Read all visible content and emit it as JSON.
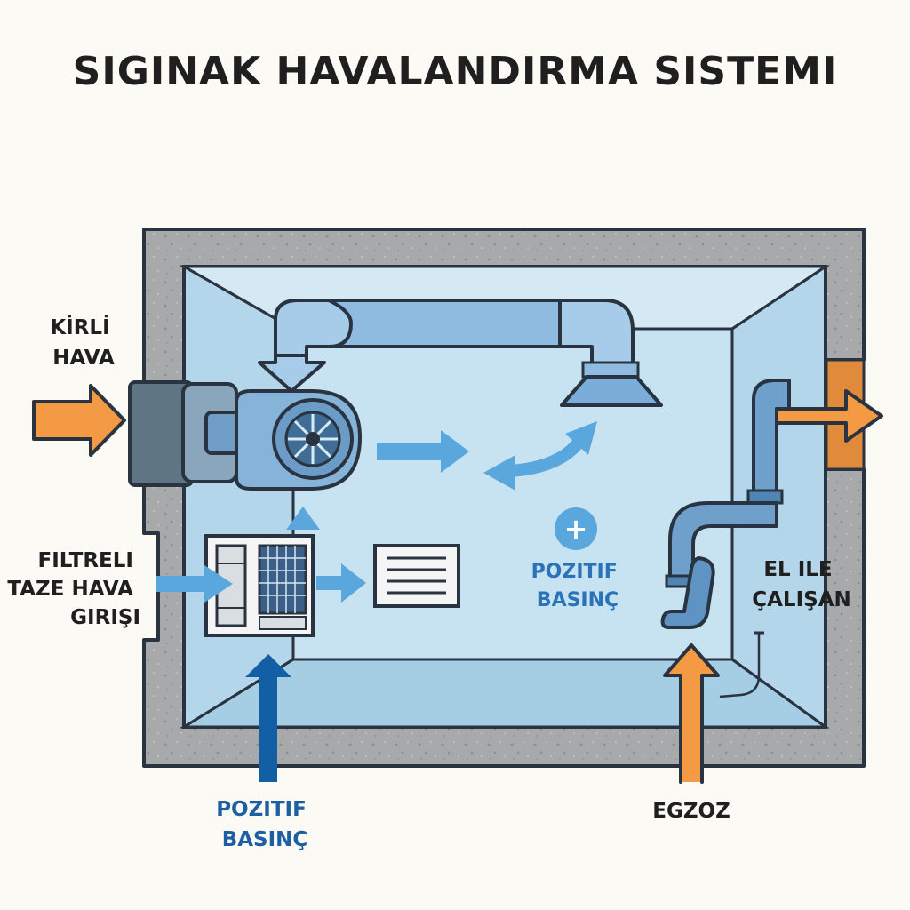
{
  "title": "SIGINAK HAVALANDIRMA SISTEMI",
  "labels": {
    "dirty_air": [
      "KİRLİ",
      "HAVA"
    ],
    "filtered_air": [
      "FILTRELI",
      "TAZE HAVA",
      "GIRIŞI"
    ],
    "positive_pressure_inside": [
      "POZITIF",
      "BASINÇ"
    ],
    "positive_pressure_outside": [
      "POZITIF",
      "BASINÇ"
    ],
    "manual": [
      "EL ILE",
      "ÇALIŞAN"
    ],
    "exhaust": "EGZOZ",
    "plus_symbol": "+"
  },
  "colors": {
    "concrete": "#a7a9aa",
    "room": "#c4dfed",
    "duct": "#8fbbe0",
    "arrow_orange": "#f49a45",
    "arrow_light_blue": "#5aa7dd",
    "arrow_dark_blue": "#125fa6",
    "outline": "#2a3440"
  },
  "icons": [
    "blower-fan-icon",
    "filter-unit-icon",
    "vent-grille-icon",
    "air-diffuser-icon",
    "plus-circle-icon",
    "hand-pump-lever-icon"
  ]
}
